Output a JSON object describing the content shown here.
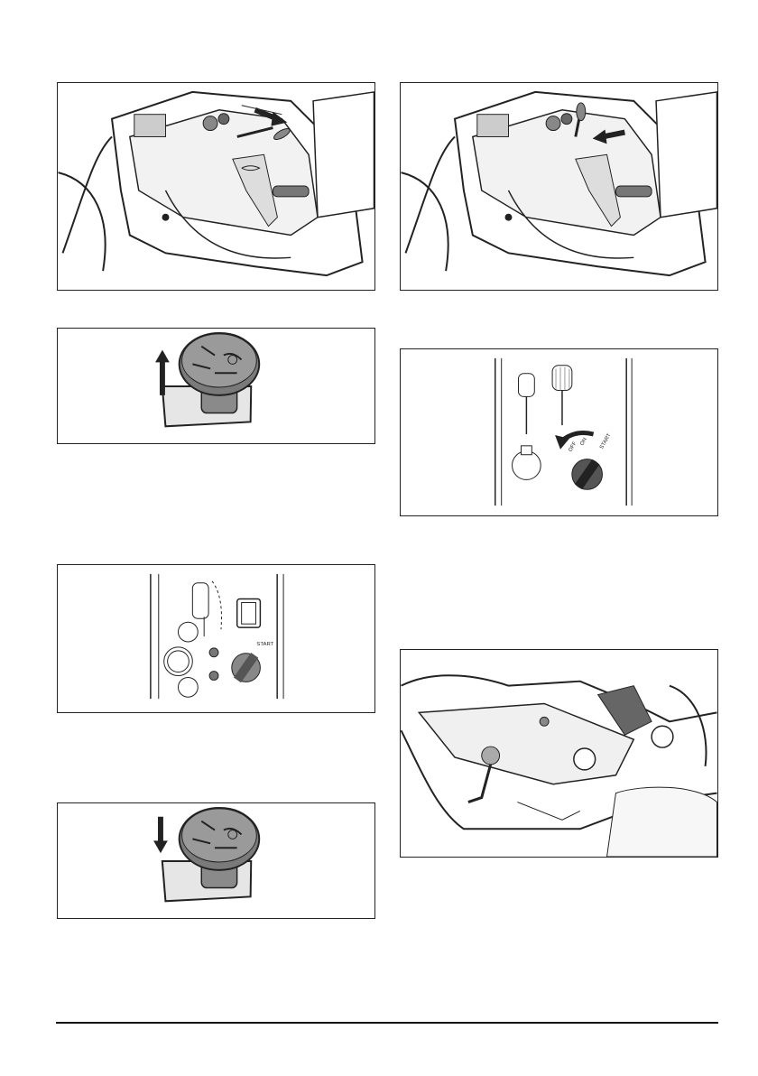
{
  "page": {
    "figures": [
      {
        "name": "cutting-height-lever-lower"
      },
      {
        "name": "cutting-height-lever-raise"
      },
      {
        "name": "pto-knob-pull"
      },
      {
        "name": "ignition-key-off"
      },
      {
        "name": "control-panel-indicator-lamps"
      },
      {
        "name": "seat-tilt-battery-compartment"
      },
      {
        "name": "pto-knob-push"
      }
    ],
    "ignition_labels": {
      "off": "OFF",
      "on": "ON",
      "start": "START"
    },
    "panel_labels": {
      "start": "START"
    }
  },
  "icons": [
    "arrow-up-icon",
    "arrow-down-icon",
    "arrow-left-icon",
    "arrow-right-icon"
  ],
  "colors": {
    "line": "#222222",
    "fill_dark": "#666666",
    "fill_mid": "#9a9a9a",
    "fill_light": "#d8d8d8"
  }
}
